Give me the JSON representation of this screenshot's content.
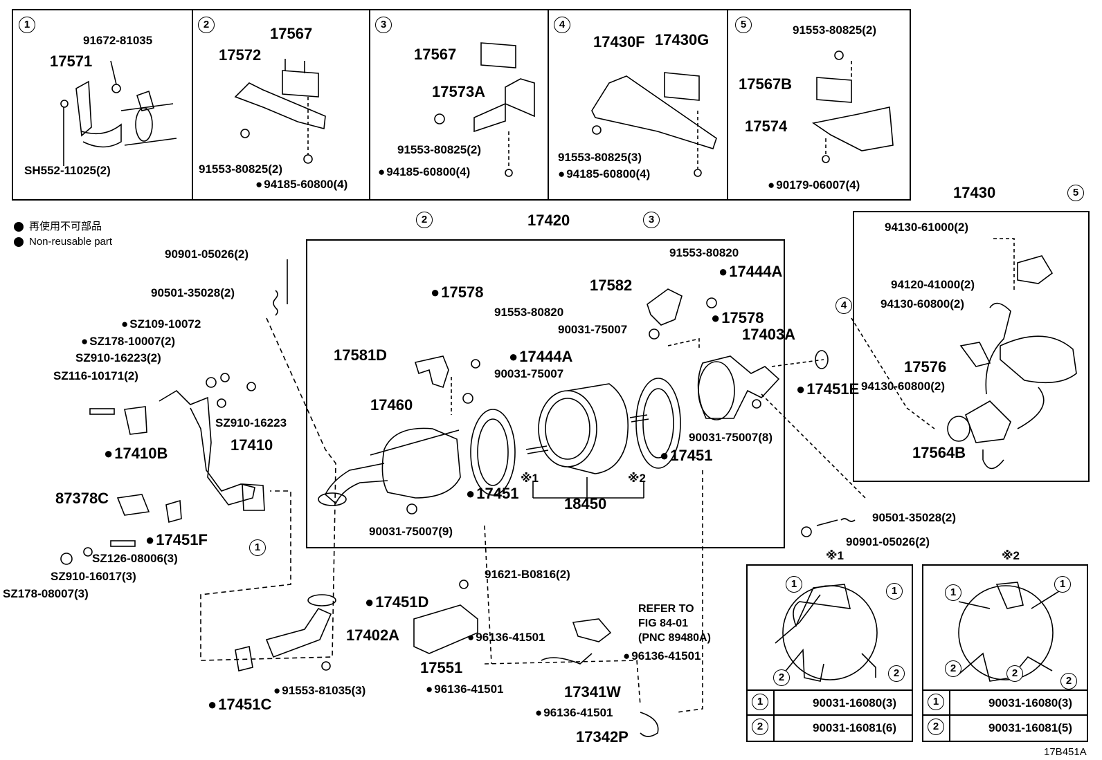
{
  "top_panels": [
    {
      "num": "1",
      "labels": [
        "91672-81035",
        "17571",
        "SH552-11025(2)"
      ]
    },
    {
      "num": "2",
      "labels": [
        "17567",
        "17572",
        "91553-80825(2)",
        "94185-60800(4)"
      ]
    },
    {
      "num": "3",
      "labels": [
        "17567",
        "17573A",
        "91553-80825(2)",
        "94185-60800(4)"
      ]
    },
    {
      "num": "4",
      "labels": [
        "17430F",
        "17430G",
        "91553-80825(3)",
        "94185-60800(4)"
      ]
    },
    {
      "num": "5",
      "labels": [
        "91553-80825(2)",
        "17567B",
        "17574",
        "90179-06007(4)"
      ]
    }
  ],
  "legend": {
    "jp": "再使用不可部品",
    "en": "Non-reusable part"
  },
  "main": {
    "box_label": "17420",
    "left": [
      "90901-05026(2)",
      "90501-35028(2)",
      "SZ109-10072",
      "SZ178-10007(2)",
      "SZ910-16223(2)",
      "SZ116-10171(2)",
      "SZ910-16223",
      "17410B",
      "17410",
      "87378C",
      "17451F",
      "SZ126-08006(3)",
      "SZ910-16017(3)",
      "SZ178-08007(3)"
    ],
    "center": [
      "17578",
      "91553-80820",
      "17581D",
      "17444A",
      "90031-75007",
      "17460",
      "90031-75007(9)",
      "17451",
      "18450",
      "※1",
      "※2",
      "17582",
      "91553-80820",
      "17444A",
      "17578",
      "90031-75007",
      "17403A",
      "17451",
      "90031-75007(8)",
      "17451E"
    ],
    "bottom": [
      "17451D",
      "17402A",
      "91553-81035(3)",
      "17451C",
      "91621-B0816(2)",
      "17551",
      "96136-41501",
      "96136-41501",
      "17341W",
      "96136-41501",
      "96136-41501",
      "17342P",
      "90501-35028(2)",
      "90901-05026(2)"
    ],
    "refer": [
      "REFER TO",
      "FIG 84-01",
      "(PNC 89480A)"
    ]
  },
  "right_box": {
    "title": "17430",
    "labels": [
      "94130-61000(2)",
      "94120-41000(2)",
      "94130-60800(2)",
      "17576",
      "94130-60800(2)",
      "17564B"
    ]
  },
  "inset1": {
    "title": "※1",
    "rows": [
      {
        "num": "1",
        "part": "90031-16080(3)"
      },
      {
        "num": "2",
        "part": "90031-16081(6)"
      }
    ]
  },
  "inset2": {
    "title": "※2",
    "rows": [
      {
        "num": "1",
        "part": "90031-16080(3)"
      },
      {
        "num": "2",
        "part": "90031-16081(5)"
      }
    ]
  },
  "figure_code": "17B451A"
}
